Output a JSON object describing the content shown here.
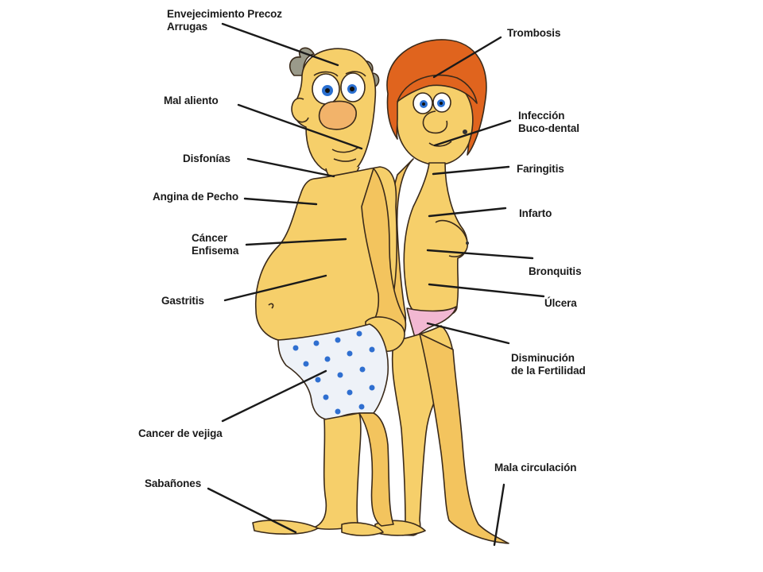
{
  "labels": {
    "envejecimiento": "Envejecimiento Precoz\nArrugas",
    "mal_aliento": "Mal aliento",
    "disfonias": "Disfonías",
    "angina": "Angina de Pecho",
    "cancer_enfisema": "Cáncer\nEnfisema",
    "gastritis": "Gastritis",
    "cancer_vejiga": "Cancer de vejiga",
    "sabanones": "Sabañones",
    "trombosis": "Trombosis",
    "infeccion": "Infección\nBuco-dental",
    "faringitis": "Faringitis",
    "infarto": "Infarto",
    "bronquitis": "Bronquitis",
    "ulcera": "Úlcera",
    "fertilidad": "Disminución\nde la Fertilidad",
    "mala_circulacion": "Mala circulación"
  },
  "colors": {
    "skin": "#f6cf6a",
    "skin_shadow": "#e3a94a",
    "outline": "#3a2a1a",
    "hair_woman": "#e0641e",
    "hair_man": "#9a9a8a",
    "shorts": "#eef2f8",
    "shorts_dots": "#2f6fd0",
    "panties": "#f2b8d2",
    "leader_line": "#1a1a1a"
  }
}
